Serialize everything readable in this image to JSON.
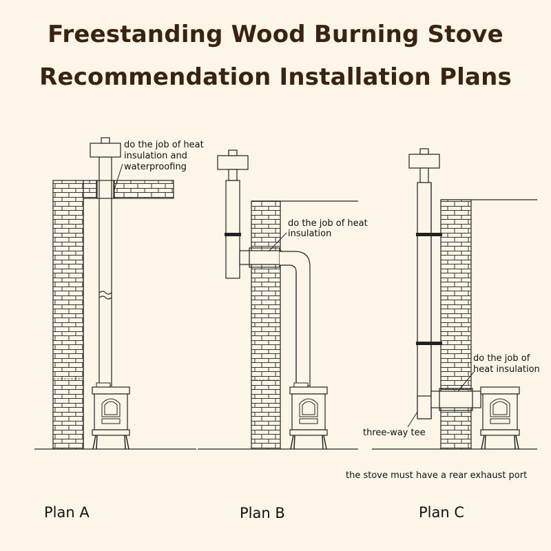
{
  "title": {
    "line1": "Freestanding Wood Burning Stove",
    "line2": "Recommendation Installation Plans"
  },
  "plans": [
    {
      "label": "Plan A",
      "annotations": [
        "do the job of heat",
        "insulation and",
        "waterproofing"
      ]
    },
    {
      "label": "Plan B",
      "annotations": [
        "do the job of heat",
        "insulation"
      ]
    },
    {
      "label": "Plan C",
      "annotations": [
        "do the job of",
        "heat insulation"
      ],
      "tee_label": "three-way tee"
    }
  ],
  "note": "the stove must have a rear exhaust port",
  "colors": {
    "background": "#fcf6e9",
    "title": "#3a2410",
    "line": "#222222"
  }
}
